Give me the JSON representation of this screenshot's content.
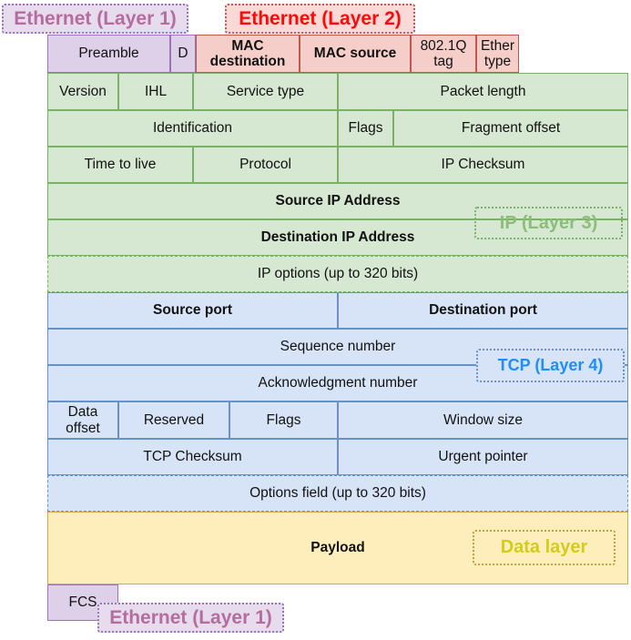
{
  "diagram": {
    "title": "TCP/IP packet structure over Ethernet",
    "colors": {
      "ethernet_fill": "#ddd0e8",
      "ethernet_border": "#9a72b5",
      "ethernet_label_text": "#b56c9e",
      "mac_fill": "#f6cec9",
      "mac_border": "#c0584e",
      "mac_label_text": "#fb0a0a",
      "ip_fill": "#d6e8d1",
      "ip_border": "#7cb06a",
      "ip_label_text": "#8cbd7a",
      "tcp_fill": "#d7e4f7",
      "tcp_border": "#6a91c4",
      "tcp_label_text": "#1f8dfb",
      "data_fill": "#fdeebc",
      "data_border": "#d1ab43",
      "data_label_text": "#d4cc18"
    }
  },
  "labels": {
    "ethernet_layer1_top": "Ethernet (Layer 1)",
    "ethernet_layer2": "Ethernet (Layer 2)",
    "ip_layer3": "IP (Layer 3)",
    "tcp_layer4": "TCP (Layer 4)",
    "data_layer": "Data layer",
    "ethernet_layer1_bottom": "Ethernet (Layer 1)"
  },
  "rows": {
    "ethernet_header": [
      {
        "field": "preamble",
        "label": "Preamble"
      },
      {
        "field": "sfd",
        "label": "D"
      },
      {
        "field": "mac_destination",
        "label": "MAC\ndestination"
      },
      {
        "field": "mac_source",
        "label": "MAC source"
      },
      {
        "field": "vlan_tag",
        "label": "802.1Q\ntag"
      },
      {
        "field": "ether_type",
        "label": "Ether\ntype"
      }
    ],
    "ip_row1": [
      {
        "field": "version",
        "label": "Version"
      },
      {
        "field": "ihl",
        "label": "IHL"
      },
      {
        "field": "service_type",
        "label": "Service type"
      },
      {
        "field": "packet_length",
        "label": "Packet length"
      }
    ],
    "ip_row2": [
      {
        "field": "identification",
        "label": "Identification"
      },
      {
        "field": "flags",
        "label": "Flags"
      },
      {
        "field": "fragment_offset",
        "label": "Fragment offset"
      }
    ],
    "ip_row3": [
      {
        "field": "time_to_live",
        "label": "Time to live"
      },
      {
        "field": "protocol",
        "label": "Protocol"
      },
      {
        "field": "ip_checksum",
        "label": "IP Checksum"
      }
    ],
    "ip_row4": [
      {
        "field": "source_ip_address",
        "label": "Source IP Address"
      }
    ],
    "ip_row5": [
      {
        "field": "destination_ip_address",
        "label": "Destination IP Address"
      }
    ],
    "ip_row6": [
      {
        "field": "ip_options",
        "label": "IP options (up to 320 bits)"
      }
    ],
    "tcp_row1": [
      {
        "field": "source_port",
        "label": "Source port"
      },
      {
        "field": "destination_port",
        "label": "Destination port"
      }
    ],
    "tcp_row2": [
      {
        "field": "sequence_number",
        "label": "Sequence number"
      }
    ],
    "tcp_row3": [
      {
        "field": "acknowledgment_number",
        "label": "Acknowledgment number"
      }
    ],
    "tcp_row4": [
      {
        "field": "data_offset",
        "label": "Data\noffset"
      },
      {
        "field": "reserved",
        "label": "Reserved"
      },
      {
        "field": "tcp_flags",
        "label": "Flags"
      },
      {
        "field": "window_size",
        "label": "Window size"
      }
    ],
    "tcp_row5": [
      {
        "field": "tcp_checksum",
        "label": "TCP Checksum"
      },
      {
        "field": "urgent_pointer",
        "label": "Urgent pointer"
      }
    ],
    "tcp_row6": [
      {
        "field": "options_field",
        "label": "Options field (up to 320 bits)"
      }
    ],
    "payload_row": [
      {
        "field": "payload",
        "label": "Payload"
      }
    ],
    "fcs_row": [
      {
        "field": "fcs",
        "label": "FCS"
      }
    ]
  }
}
